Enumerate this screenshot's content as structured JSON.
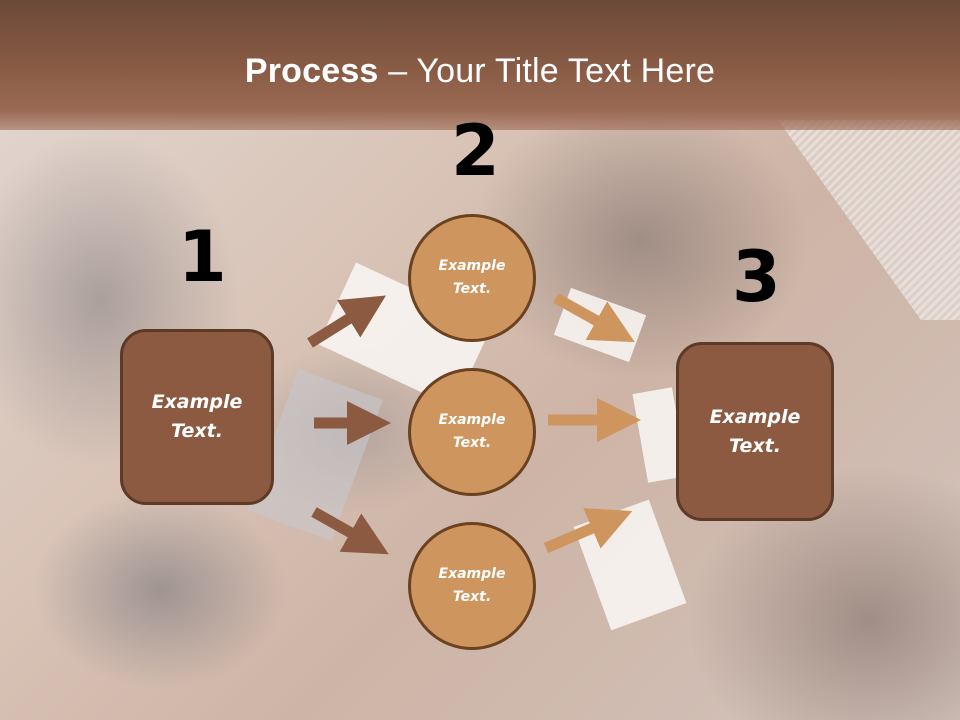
{
  "slide": {
    "title": {
      "bold": "Process",
      "rest": " – Your Title Text Here"
    },
    "steps": [
      {
        "number": "1",
        "label_line1": "Example",
        "label_line2": "Text."
      },
      {
        "number": "2",
        "label_line1": "Example",
        "label_line2": "Text."
      },
      {
        "number": "3",
        "label_line1": "Example",
        "label_line2": "Text."
      }
    ],
    "circles": [
      {
        "label_line1": "Example",
        "label_line2": "Text."
      },
      {
        "label_line1": "Example",
        "label_line2": "Text."
      },
      {
        "label_line1": "Example",
        "label_line2": "Text."
      }
    ],
    "colors": {
      "banner": "#7d5440",
      "box_fill": "#8b5a41",
      "box_border": "#5c3a26",
      "circle_fill": "#cf955f",
      "circle_border": "#6b421f",
      "arrow_dark": "#8b5a41",
      "arrow_light": "#cf955f"
    }
  }
}
